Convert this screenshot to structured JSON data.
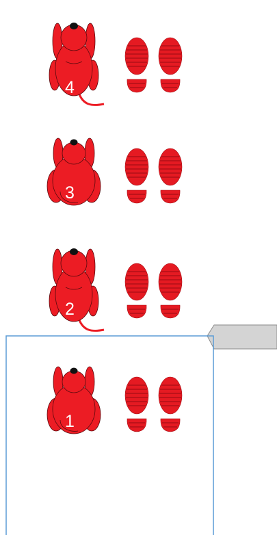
{
  "colors": {
    "dog_fill": "#ec1c24",
    "dog_outline": "#5a0a0e",
    "dog_nose": "#111111",
    "footprint_fill": "#e51a22",
    "footprint_stripe": "#a80f15",
    "box_stroke": "#5b9bd5",
    "handle_fill": "#d4d4d4",
    "handle_stroke": "#8a8a8a",
    "label_text": "#ffffff"
  },
  "steps": [
    {
      "number": "4",
      "pose": "standing"
    },
    {
      "number": "3",
      "pose": "sitting"
    },
    {
      "number": "2",
      "pose": "standing"
    },
    {
      "number": "1",
      "pose": "sitting"
    }
  ]
}
